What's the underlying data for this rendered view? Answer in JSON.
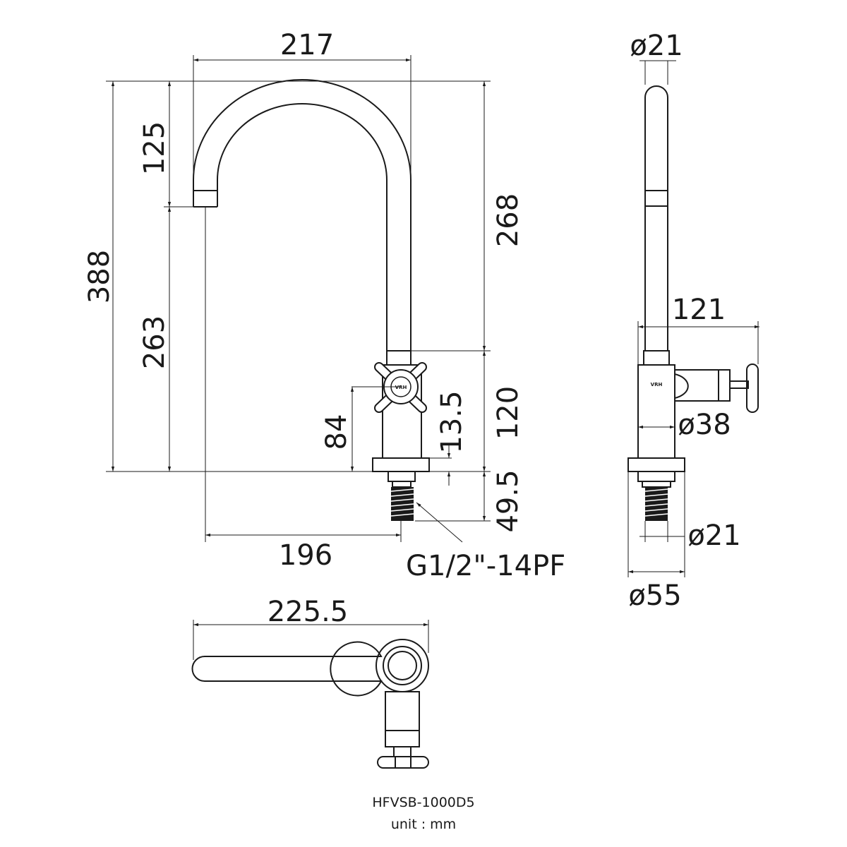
{
  "front_view": {
    "dims": {
      "width_top": "217",
      "offset_125": "125",
      "height_388": "388",
      "height_263": "263",
      "height_268": "268",
      "handle_84": "84",
      "offset_13_5": "13.5",
      "height_120": "120",
      "base_49_5": "49.5",
      "reach_196": "196"
    },
    "thread_label": "G1/2\"-14PF",
    "logo_text": "VRH"
  },
  "side_view": {
    "dims": {
      "dia_21_top": "ø21",
      "depth_121": "121",
      "dia_38": "ø38",
      "dia_21_bottom": "ø21",
      "dia_55": "ø55"
    },
    "logo_text": "VRH"
  },
  "top_view": {
    "dims": {
      "length_225_5": "225.5"
    }
  },
  "caption": {
    "model": "HFVSB-1000D5",
    "unit": "unit : mm"
  }
}
